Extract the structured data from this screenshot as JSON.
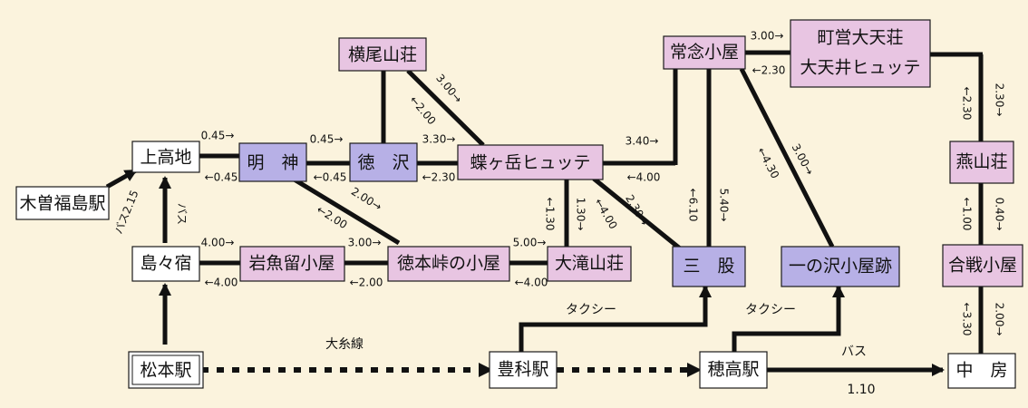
{
  "colors": {
    "background": "#fbf3dd",
    "hut_fill": "#e8c5e2",
    "place_fill": "#b7b0e6",
    "station_fill": "#ffffff",
    "line": "#111111"
  },
  "nodes": {
    "kamikochi": "上高地",
    "kisofukushima": "木曽福島駅",
    "shimashima": "島々宿",
    "matsumoto": "松本駅",
    "myojin": "明　神",
    "tokusawa": "徳　沢",
    "yokoo": "横尾山荘",
    "chogatake": "蝶ヶ岳ヒュッテ",
    "iwauodome": "岩魚留小屋",
    "tokugo": "徳本峠の小屋",
    "otaki": "大滝山荘",
    "jonen": "常念小屋",
    "daitenso_1": "町営大天荘",
    "daitenso_2": "大天井ヒュッテ",
    "tsubakuro": "燕山荘",
    "kassen": "合戦小屋",
    "nakabusa": "中　房",
    "mata": "三　股",
    "ichinosawa": "一の沢小屋跡",
    "toyoshina": "豊科駅",
    "hotaka": "穂高駅"
  },
  "edge_labels": {
    "kamikochi_myojin_out": "0.45→",
    "kamikochi_myojin_back": "←0.45",
    "myojin_tokusawa_out": "0.45→",
    "myojin_tokusawa_back": "←0.45",
    "tokusawa_chogatake_out": "3.30→",
    "tokusawa_chogatake_back": "←2.30",
    "yokoo_chogatake_out": "3.00→",
    "yokoo_chogatake_back": "←2.00",
    "myojin_tokugo_out": "2.00→",
    "myojin_tokugo_back": "←2.00",
    "kiso_bus": "バス2.15",
    "shimashima_bus": "バス",
    "shimashima_iwauodome_out": "4.00→",
    "shimashima_iwauodome_back": "←4.00",
    "iwauodome_tokugo_out": "3.00→",
    "iwauodome_tokugo_back": "←2.00",
    "tokugo_otaki_out": "5.00→",
    "tokugo_otaki_back": "←4.00",
    "otaki_chogatake_out": "1.30→",
    "otaki_chogatake_back": "←1.30",
    "chogatake_mata_out": "2.30→",
    "chogatake_mata_back": "←4.00",
    "chogatake_jonen_out": "3.40→",
    "chogatake_jonen_back": "←4.00",
    "mata_jonen_out": "5.40→",
    "mata_jonen_back": "←6.10",
    "jonen_ichinosawa_out": "3.00→",
    "jonen_ichinosawa_back": "←4.30",
    "jonen_daitenso_out": "3.00→",
    "jonen_daitenso_back": "←2.30",
    "daitenso_tsubakuro_out": "2.30→",
    "daitenso_tsubakuro_back": "←2.30",
    "tsubakuro_kassen_out": "0.40→",
    "tsubakuro_kassen_back": "←1.00",
    "kassen_nakabusa_out": "2.00→",
    "kassen_nakabusa_back": "←3.30",
    "oito_line": "大糸線",
    "taxi_1": "タクシー",
    "taxi_2": "タクシー",
    "bus_nakabusa": "バス",
    "bus_nakabusa_time": "1.10"
  }
}
